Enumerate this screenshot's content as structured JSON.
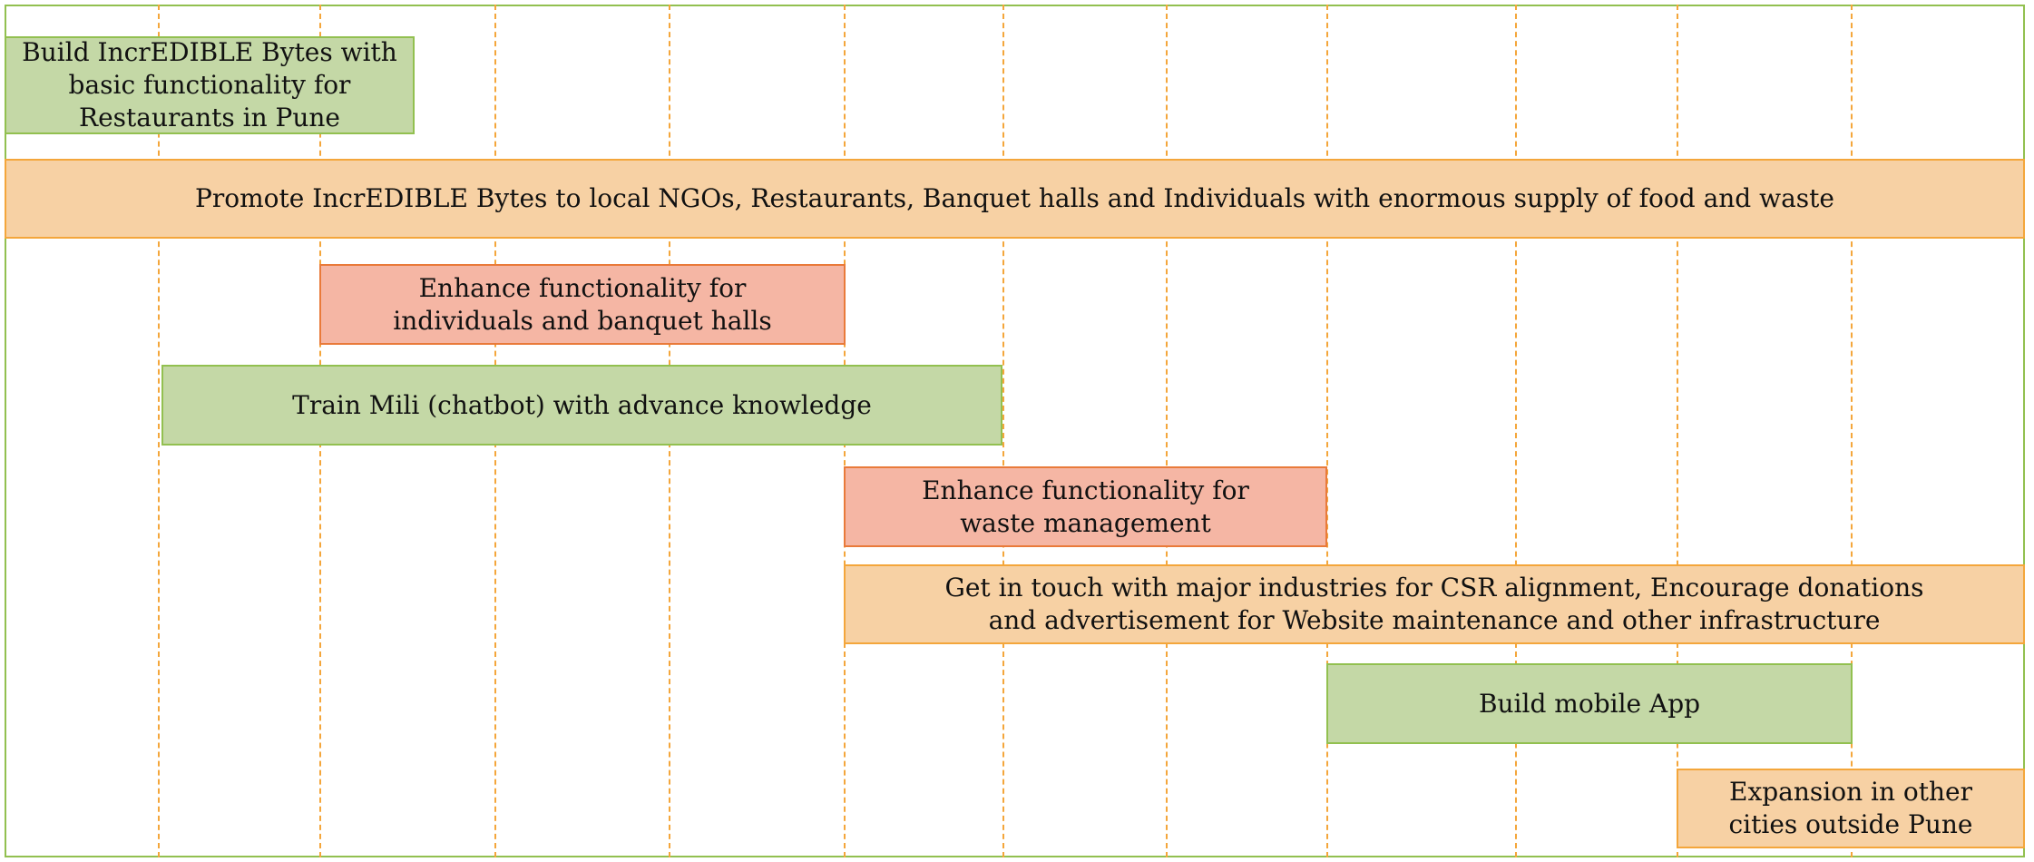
{
  "colors": {
    "green_fill": "#c4d8a6",
    "green_border": "#92c050",
    "orange_fill": "#f7d1a4",
    "orange_border": "#f4a63b",
    "red_fill": "#f5b6a4",
    "red_border": "#e97a3a",
    "gridline": "#f4a63b"
  },
  "tasks": [
    {
      "label": "Build IncrEDIBLE Bytes with basic functionality for Restaurants in Pune",
      "color": "green"
    },
    {
      "label": "Promote IncrEDIBLE Bytes to local NGOs, Restaurants, Banquet halls and Individuals with enormous supply of food and waste",
      "color": "orange"
    },
    {
      "label": "Enhance functionality for individuals and banquet halls",
      "color": "red"
    },
    {
      "label": "Train Mili (chatbot) with advance knowledge",
      "color": "green"
    },
    {
      "label": "Enhance functionality for waste management",
      "color": "red"
    },
    {
      "label": "Get in touch with major industries for CSR alignment, Encourage donations and advertisement for Website maintenance and other infrastructure",
      "color": "orange"
    },
    {
      "label": "Build mobile App",
      "color": "green"
    },
    {
      "label": "Expansion in other cities outside Pune",
      "color": "orange"
    }
  ]
}
